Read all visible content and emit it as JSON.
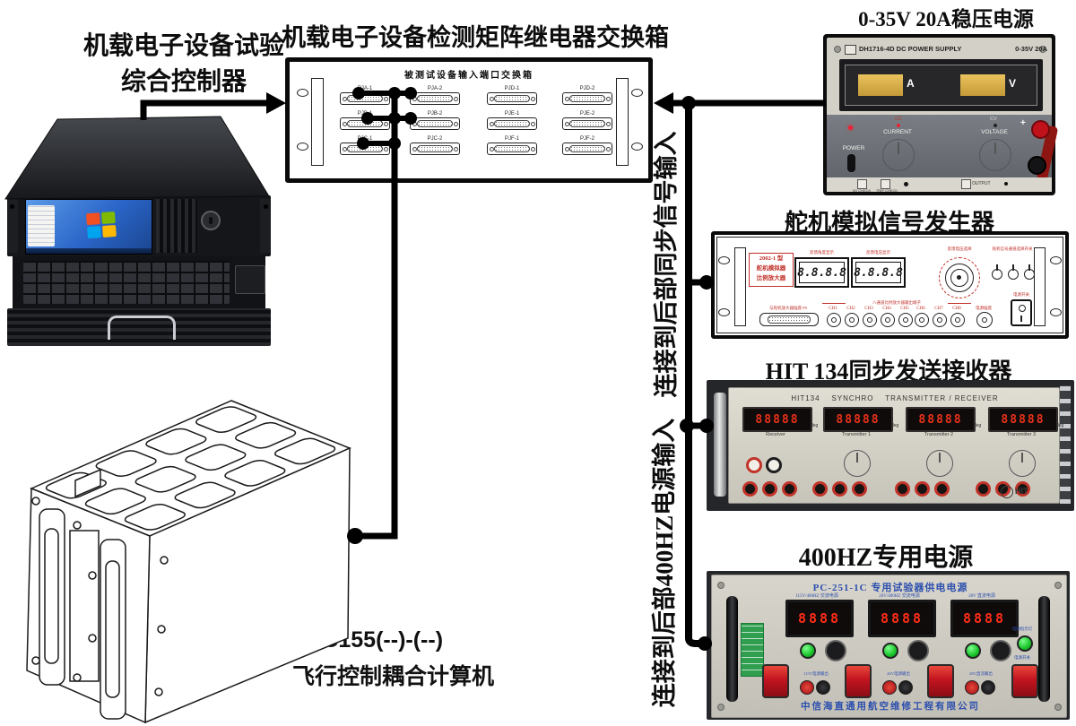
{
  "colors": {
    "display_red": "#ff2d18",
    "meter_amber": "#dfaf4a",
    "label_blue": "#2c4fae",
    "led_green": "#2ec840",
    "line_art_red": "#c03028",
    "screen_blue": "#2a65c8"
  },
  "controller": {
    "title_line1": "机载电子设备试验",
    "title_line2": "综合控制器"
  },
  "matrix": {
    "title": "机载电子设备检测矩阵继电器交换箱",
    "panel_title": "被测试设备输入端口交换箱",
    "connectors": [
      "PJA-1",
      "PJA-2",
      "PJD-1",
      "PJD-2",
      "PJB-1",
      "PJB-2",
      "PJE-1",
      "PJE-2",
      "PJC-1",
      "PJC-2",
      "PJF-1",
      "PJF-2"
    ]
  },
  "psu": {
    "title": "0-35V 20A稳压电源",
    "model": "DH1716-4D DC POWER SUPPLY",
    "rating": "0-35V 20A",
    "ammeter_unit": "A",
    "voltmeter_unit": "V",
    "power_label": "POWER",
    "cc_label": "CC",
    "cv_label": "CV",
    "current_label": "CURRENT",
    "voltage_label": "VOLTAGE",
    "check1_label": "I/O CHECK",
    "check2_label": "TRIP CHECK",
    "output_label": "OUTPUT",
    "plus": "+"
  },
  "servo": {
    "title": "舵机模拟信号发生器",
    "badge_line1": "2002-1 型",
    "badge_line2": "舵机模拟器",
    "badge_line3": "比例放大器",
    "meter_value": "8.8.8.8",
    "meter1_label": "反馈角度显示",
    "meter2_label": "反馈电压显示",
    "rotary_label": "反馈电压选择",
    "toggles_label": "舵机信号通道选择开关",
    "db_label": "与舵机放大器插座 P0",
    "channels_label": "八通道比例放大器输出端子",
    "socket_label": "电源插座",
    "switch_label": "电源开关",
    "channels": [
      "CH1",
      "CH2",
      "CH3",
      "CH4",
      "CH5",
      "CH6",
      "CH7",
      "CH8"
    ]
  },
  "hit": {
    "title": "HIT 134同步发送接收器",
    "header": "HIT134    SYNCHRO    TRANSMITTER / RECEIVER",
    "display_value": "88888",
    "deg": "deg",
    "sections": [
      "Receiver",
      "Transmitter 1",
      "Transmitter 2",
      "Transmitter 3"
    ],
    "logo": "HIT"
  },
  "p400": {
    "title": "400HZ专用电源",
    "header": "PC-251-1C 专用试验器供电电源",
    "meter_labels": [
      "115V/400HZ 交流电源",
      "26V/400HZ 交流电源",
      "28V 直流电源"
    ],
    "display_value": "8888",
    "output_labels": [
      "115V电源输出",
      "26V电源输出",
      "28V直流输出"
    ],
    "switch_label": "电源开关",
    "indicator_label": "电源指示灯",
    "company": "中信海直通用航空维修工程有限公司"
  },
  "fdc": {
    "model": "FDC155(--)-(--)",
    "name": "飞行控制耦合计算机"
  },
  "cables": {
    "sync_input_label": "连接到后部同步信号输入",
    "power400_input_label": "连接到后部400HZ电源输入"
  }
}
